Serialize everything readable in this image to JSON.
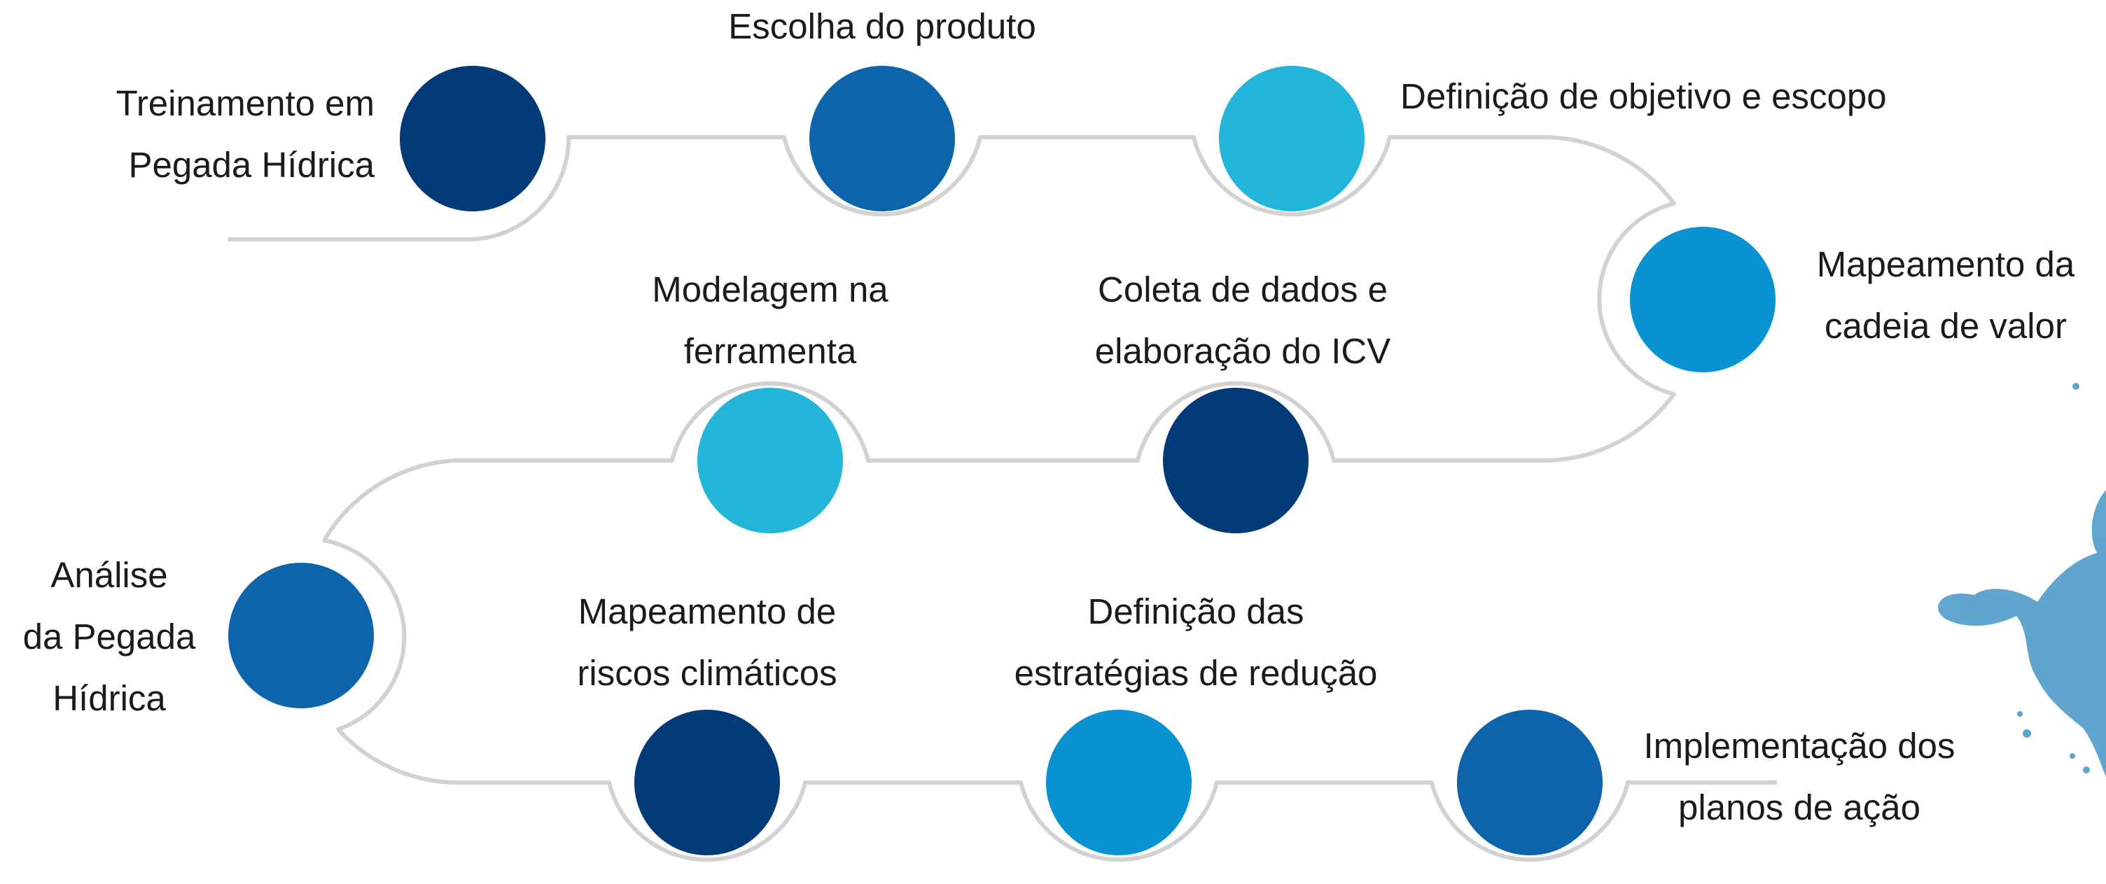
{
  "colors": {
    "navy": "#033a78",
    "blue": "#0e64ab",
    "azure": "#0892d2",
    "sky": "#23b6da",
    "track": "#d2d2d2",
    "splash": "#4f9cc9"
  },
  "decoration": {
    "splash_icon": "water-splash-icon"
  },
  "steps": [
    {
      "id": "treinamento",
      "color": "navy",
      "lines": [
        "Treinamento em",
        "Pegada Hídrica"
      ]
    },
    {
      "id": "escolha-produto",
      "color": "blue",
      "lines": [
        "Escolha do produto"
      ]
    },
    {
      "id": "definicao-objetivo",
      "color": "sky",
      "lines": [
        "Definição de objetivo e escopo"
      ]
    },
    {
      "id": "mapeamento-cadeia",
      "color": "azure",
      "lines": [
        "Mapeamento da",
        "cadeia de valor"
      ]
    },
    {
      "id": "coleta-dados",
      "color": "navy",
      "lines": [
        "Coleta de dados e",
        "elaboração do ICV"
      ]
    },
    {
      "id": "modelagem",
      "color": "sky",
      "lines": [
        "Modelagem na",
        "ferramenta"
      ]
    },
    {
      "id": "analise",
      "color": "blue",
      "lines": [
        "Análise",
        "da Pegada",
        "Hídrica"
      ]
    },
    {
      "id": "mapeamento-riscos",
      "color": "navy",
      "lines": [
        "Mapeamento de",
        "riscos climáticos"
      ]
    },
    {
      "id": "definicao-estrategias",
      "color": "azure",
      "lines": [
        "Definição das",
        "estratégias de redução"
      ]
    },
    {
      "id": "implementacao",
      "color": "blue",
      "lines": [
        "Implementação dos",
        "planos de ação"
      ]
    }
  ]
}
